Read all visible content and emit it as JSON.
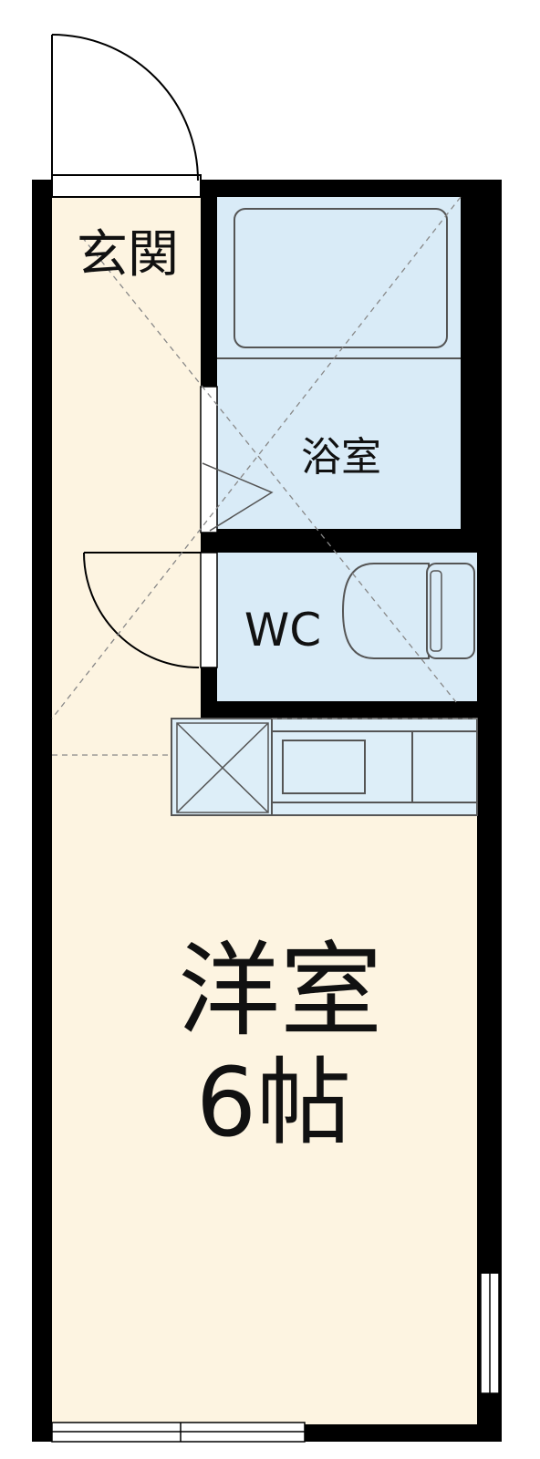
{
  "floor_plan": {
    "rooms": {
      "entrance": "玄関",
      "bath": "浴室",
      "toilet": "WC",
      "western_room_name": "洋室",
      "western_room_size": "6帖"
    },
    "colors": {
      "wall": "#000000",
      "floor": "#fdf4e1",
      "wet_area": "#d9ebf7",
      "kitchen": "#ddeef8",
      "fixture_line": "#555555",
      "dash": "#888888"
    }
  }
}
